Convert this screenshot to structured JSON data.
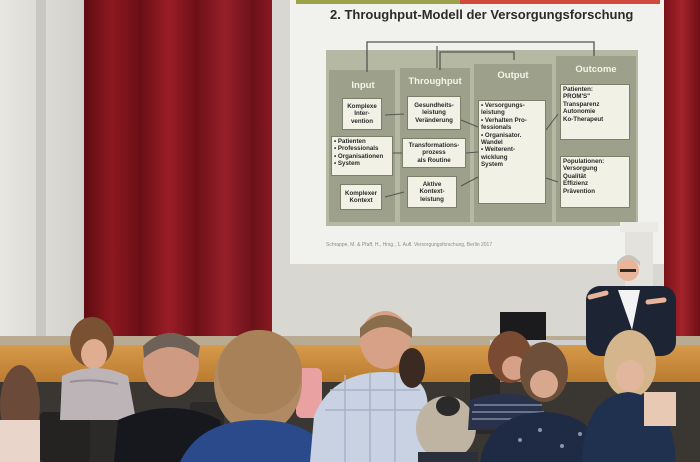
{
  "slide": {
    "title": "2. Throughput-Modell der Versorgungsforschung",
    "columns": [
      {
        "heading": "Input"
      },
      {
        "heading": "Throughput"
      },
      {
        "heading": "Output"
      },
      {
        "heading": "Outcome"
      }
    ],
    "boxes": {
      "input_1": "Komplexe\nInter-\nvention",
      "input_2": "• Patienten\n• Professionals\n• Organisationen\n• System",
      "input_3": "Komplexer\nKontext",
      "throughput_1": "Gesundheits-\nleistung\nVeränderung",
      "throughput_2": "Transformations-\nprozess\nals Routine",
      "throughput_3": "Aktive\nKontext-\nleistung",
      "output_1": "• Versorgungs-\n  leistung\n• Verhalten Pro-\n  fessionals\n• Organisator.\n  Wandel\n• Weiterent-\n  wicklung\n  System",
      "outcome_1": "Patienten:\nPROM'S\"\nTransparenz\nAutonomie\nKo-Therapeut",
      "outcome_2": "Populationen:\nVersorgung\nQualität\nEffizienz\nPrävention"
    },
    "citation": "Schrappe, M. & Pfaff, H., Hrsg., 1. Aufl. Versorgungsforschung, Berlin 2017"
  }
}
